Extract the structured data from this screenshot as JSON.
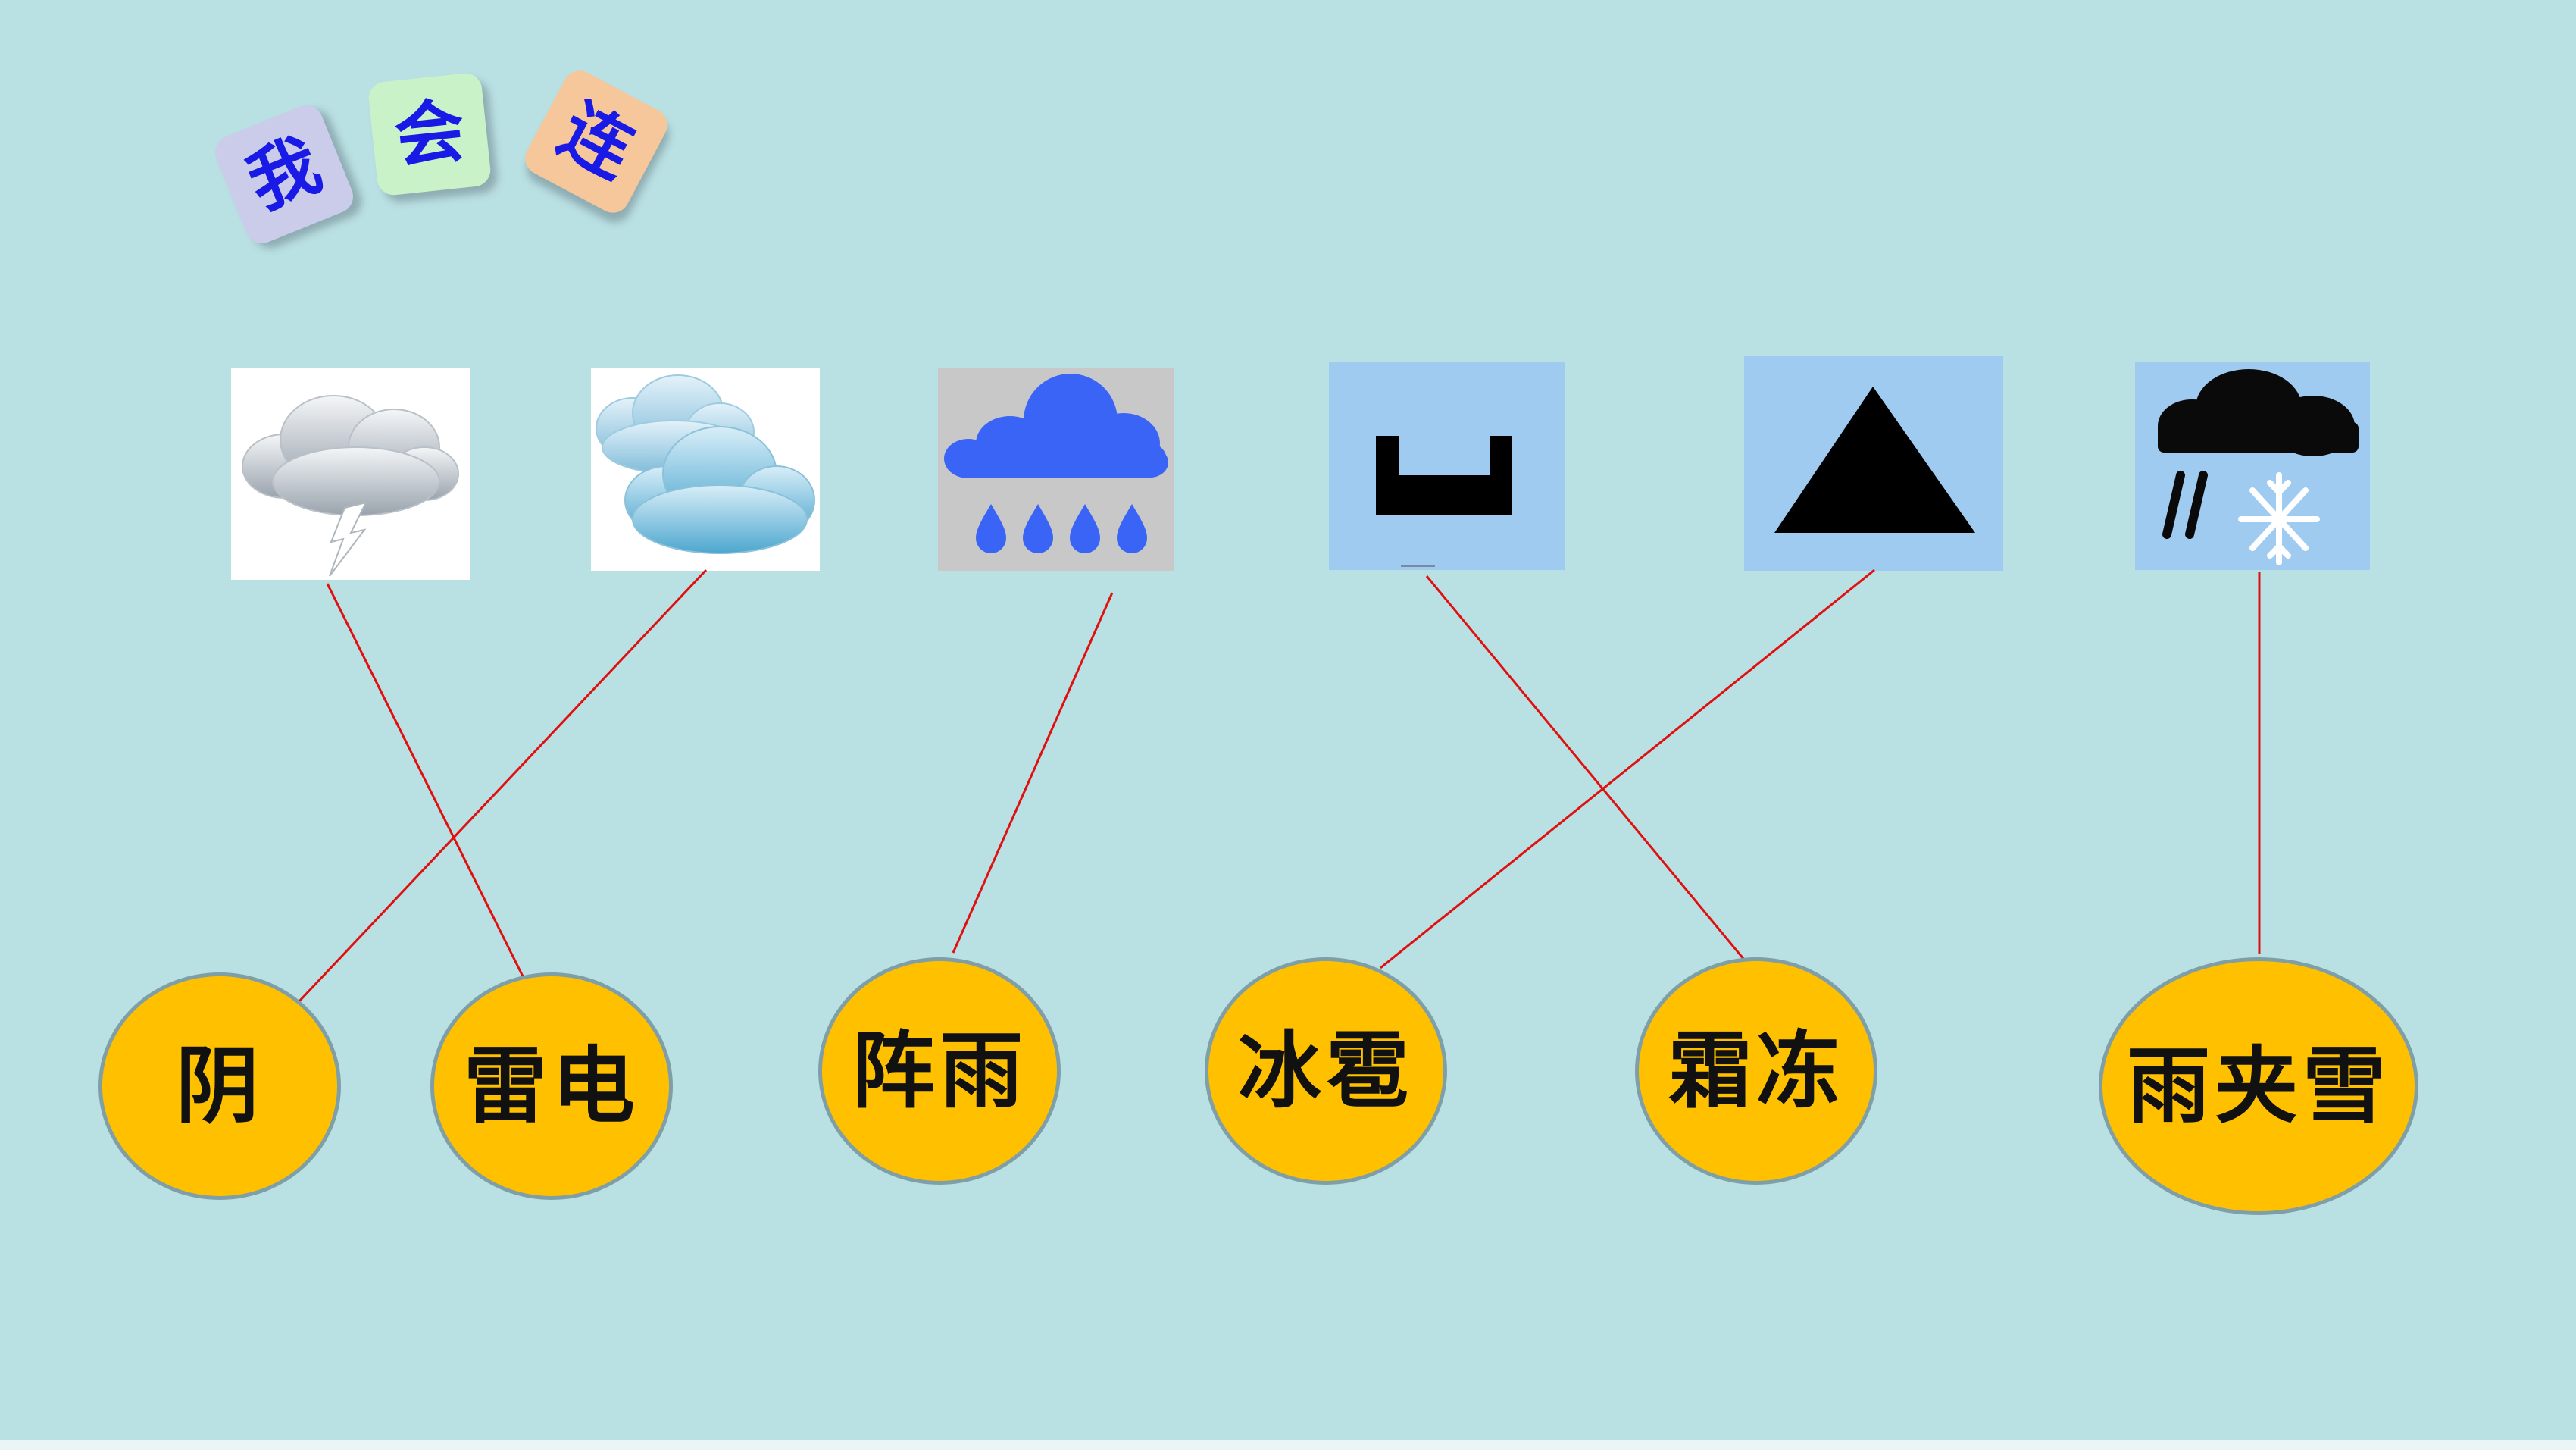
{
  "title_tiles": [
    "我",
    "会",
    "连"
  ],
  "icons": [
    {
      "name": "thunder-cloud-icon"
    },
    {
      "name": "overcast-clouds-icon"
    },
    {
      "name": "shower-rain-icon"
    },
    {
      "name": "hail-symbol-icon"
    },
    {
      "name": "frost-triangle-icon"
    },
    {
      "name": "sleet-icon"
    }
  ],
  "answers": [
    "阴",
    "雷电",
    "阵雨",
    "冰雹",
    "霜冻",
    "雨夹雪"
  ],
  "connections": [
    {
      "icon": 1,
      "answer": 2
    },
    {
      "icon": 2,
      "answer": 1
    },
    {
      "icon": 3,
      "answer": 3
    },
    {
      "icon": 4,
      "answer": 5
    },
    {
      "icon": 5,
      "answer": 4
    },
    {
      "icon": 6,
      "answer": 6
    }
  ],
  "colors": {
    "background": "#b9e0e3",
    "bubble_fill": "#ffc000",
    "bubble_border": "#7f9fa8",
    "line": "#e01010",
    "tile_text": "#1a1ae6",
    "icon_panel_blue": "#9fcbf1"
  }
}
